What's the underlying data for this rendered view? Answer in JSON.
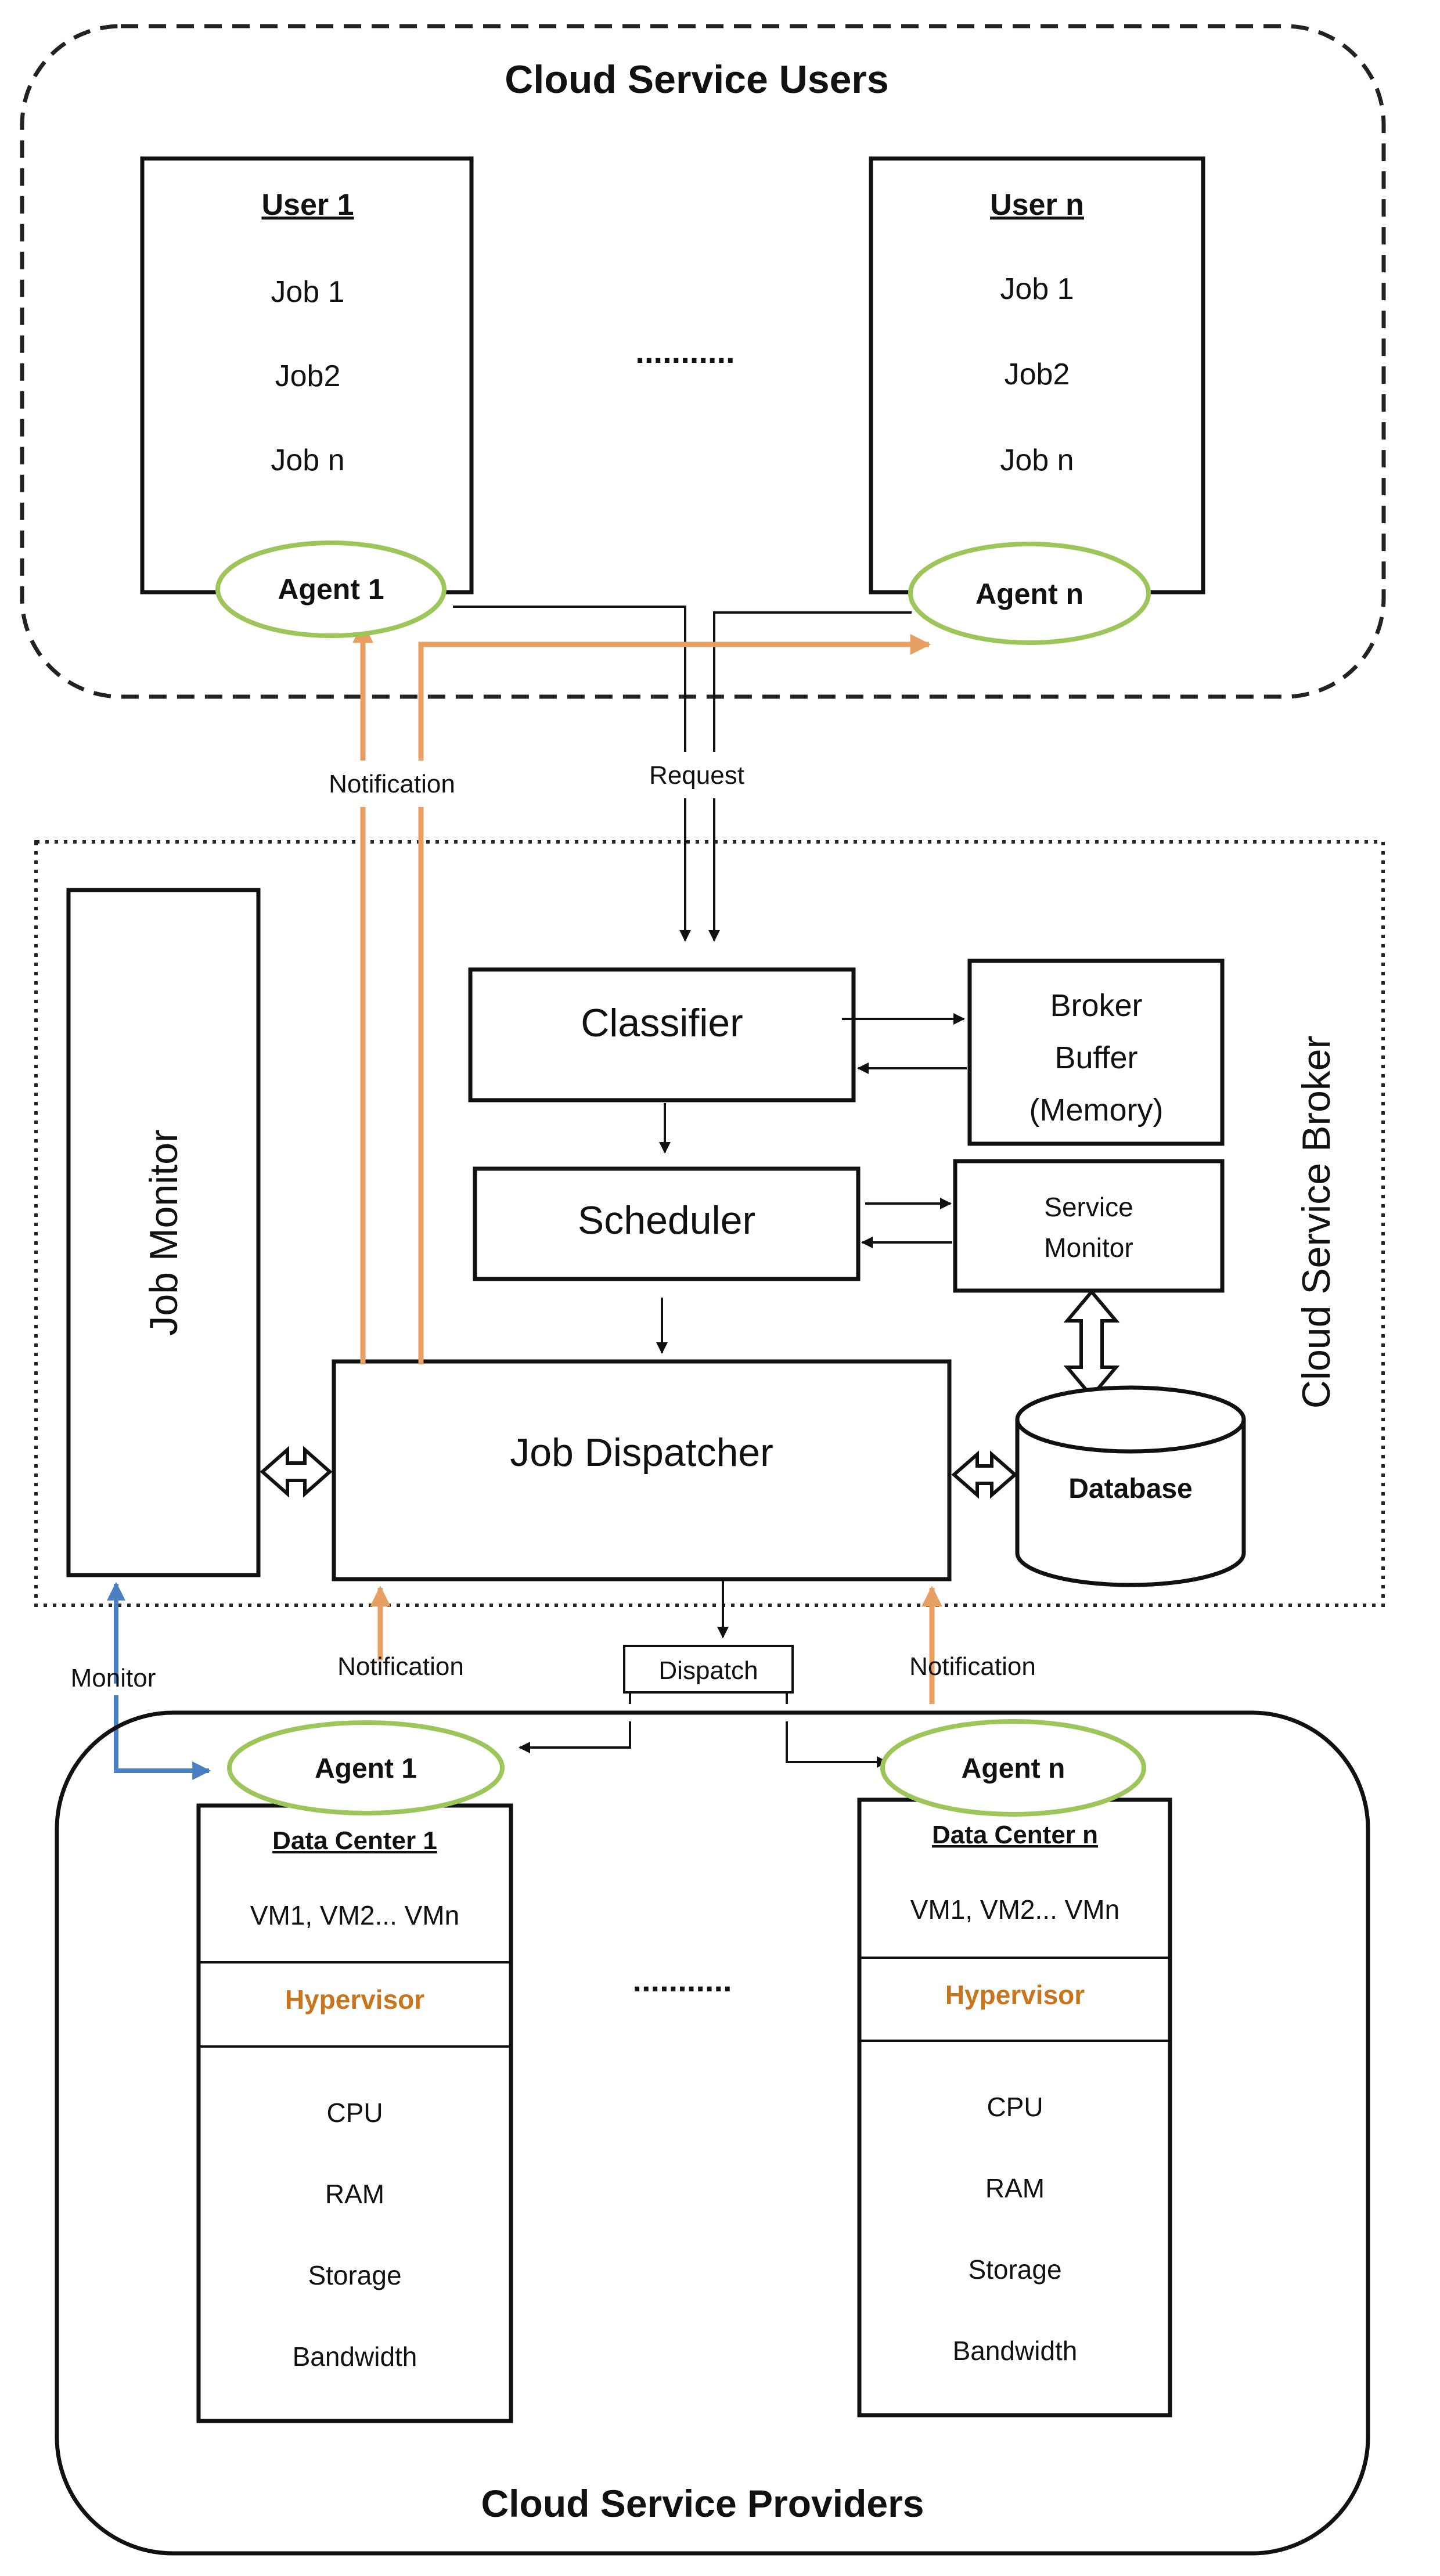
{
  "users": {
    "title": "Cloud Service Users",
    "ellipsis": "...........",
    "user1": {
      "name": "User 1",
      "jobs": [
        "Job 1",
        "Job2",
        "Job n"
      ],
      "agent": "Agent 1"
    },
    "usern": {
      "name": "User n",
      "jobs": [
        "Job 1",
        "Job2",
        "Job n"
      ],
      "agent": "Agent n"
    }
  },
  "flows": {
    "notification": "Notification",
    "request": "Request",
    "monitor": "Monitor",
    "dispatch": "Dispatch"
  },
  "broker": {
    "title": "Cloud Service Broker",
    "job_monitor": "Job Monitor",
    "classifier": "Classifier",
    "buffer": [
      "Broker",
      "Buffer",
      "(Memory)"
    ],
    "scheduler": "Scheduler",
    "service_monitor": [
      "Service",
      "Monitor"
    ],
    "dispatcher": "Job Dispatcher",
    "database": "Database"
  },
  "providers": {
    "title": "Cloud Service Providers",
    "ellipsis": "...........",
    "dc1": {
      "agent": "Agent 1",
      "name": "Data Center 1",
      "vms": "VM1, VM2... VMn",
      "hypervisor": "Hypervisor",
      "resources": [
        "CPU",
        "RAM",
        "Storage",
        "Bandwidth"
      ]
    },
    "dcn": {
      "agent": "Agent n",
      "name": "Data Center n",
      "vms": "VM1, VM2... VMn",
      "hypervisor": "Hypervisor",
      "resources": [
        "CPU",
        "RAM",
        "Storage",
        "Bandwidth"
      ]
    }
  },
  "colors": {
    "notification": "#E8A062",
    "monitor": "#4A7FC1",
    "agent_ring": "#9CC55A",
    "hypervisor": "#C8761E"
  }
}
